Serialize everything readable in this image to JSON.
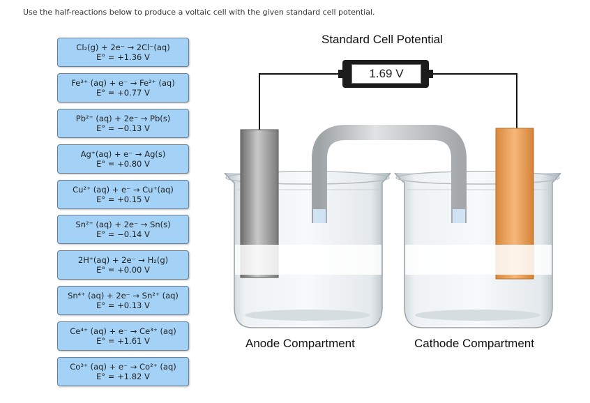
{
  "instruction": "Use the half-reactions below to produce a voltaic cell with the given standard cell potential.",
  "title": "Standard Cell Potential",
  "voltage": "1.69 V",
  "anode_label": "Anode Compartment",
  "cathode_label": "Cathode Compartment",
  "reactions": [
    {
      "reaction": "Cl₂(g) + 2e⁻ → 2Cl⁻(aq)",
      "potential": "E° = +1.36 V"
    },
    {
      "reaction": "Fe³⁺ (aq) + e⁻ → Fe²⁺ (aq)",
      "potential": "E° = +0.77 V"
    },
    {
      "reaction": "Pb²⁺ (aq) + 2e⁻ → Pb(s)",
      "potential": "E° = −0.13 V"
    },
    {
      "reaction": "Ag⁺(aq) + e⁻ → Ag(s)",
      "potential": "E° = +0.80 V"
    },
    {
      "reaction": "Cu²⁺ (aq) + e⁻ → Cu⁺(aq)",
      "potential": "E° = +0.15 V"
    },
    {
      "reaction": "Sn²⁺ (aq) + 2e⁻ → Sn(s)",
      "potential": "E° = −0.14 V"
    },
    {
      "reaction": "2H⁺(aq) + 2e⁻ → H₂(g)",
      "potential": "E° = +0.00 V"
    },
    {
      "reaction": "Sn⁴⁺ (aq) + 2e⁻ → Sn²⁺ (aq)",
      "potential": "E° = +0.13 V"
    },
    {
      "reaction": "Ce⁴⁺ (aq) + e⁻ → Ce³⁺ (aq)",
      "potential": "E° = +1.61 V"
    },
    {
      "reaction": "Co³⁺ (aq) + e⁻ → Co²⁺ (aq)",
      "potential": "E° = +1.82 V"
    }
  ],
  "colors": {
    "card": "#a3d2f6",
    "anode_electrode": "#8a8a8a",
    "cathode_electrode": "#f0a055"
  }
}
